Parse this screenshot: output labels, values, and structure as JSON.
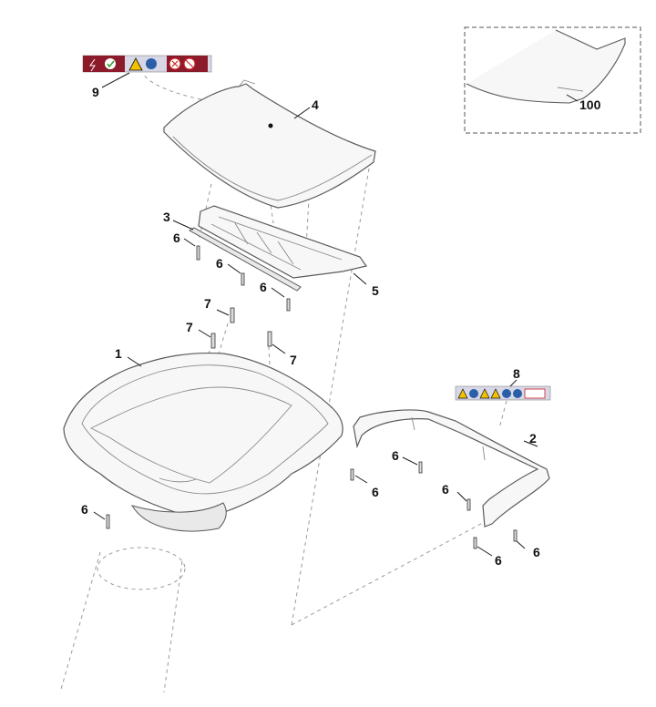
{
  "callouts": {
    "c1": "1",
    "c2": "2",
    "c3": "3",
    "c4": "4",
    "c5": "5",
    "c6a": "6",
    "c6b": "6",
    "c6c": "6",
    "c6d": "6",
    "c6e": "6",
    "c6f": "6",
    "c6g": "6",
    "c6h": "6",
    "c7a": "7",
    "c7b": "7",
    "c7c": "7",
    "c8": "8",
    "c9": "9",
    "c100": "100"
  },
  "colors": {
    "label_red": "#8b1a2a",
    "label_yellow": "#f2c200",
    "label_blue": "#2a5fa8",
    "label_background": "#d7d7e6"
  },
  "icons": {
    "label_9": [
      "lightning-icon",
      "check-circle-icon",
      "warning-triangle-icon",
      "manual-read-icon",
      "no-entry-icon",
      "prohibited-icon"
    ],
    "label_8": [
      "warning-triangle-icon",
      "manual-read-icon",
      "warning-triangle-icon",
      "warning-triangle-icon",
      "mandatory-blue-icon",
      "mandatory-blue-icon",
      "pictogram-icon"
    ]
  }
}
